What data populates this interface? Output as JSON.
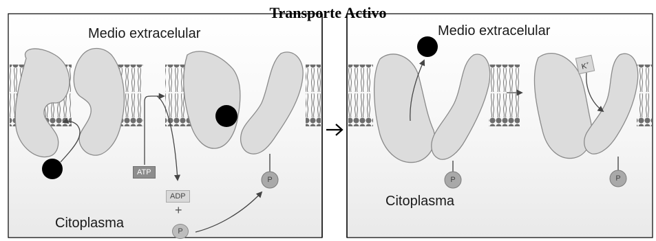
{
  "title": "Transporte Activo",
  "labels": {
    "medio_left": "Medio extracelular",
    "medio_right": "Medio extracelular",
    "cito_left": "Citoplasma",
    "cito_right": "Citoplasma",
    "atp": "ATP",
    "adp": "ADP",
    "plus": "+",
    "phosphate": "P",
    "potassium": "K",
    "potassium_charge": "+"
  },
  "colors": {
    "membrane": "#6d6d6d",
    "protein_fill": "#dcdcdc",
    "protein_stroke": "#8a8a8a",
    "ion": "#000000",
    "divider": "#000000",
    "phosphate": "#a9a9a9"
  },
  "icons": {
    "process_arrow": "arrow-right-icon",
    "sodium_ion": "black-circle-icon",
    "potassium_ion": "k-ion-square-icon"
  }
}
